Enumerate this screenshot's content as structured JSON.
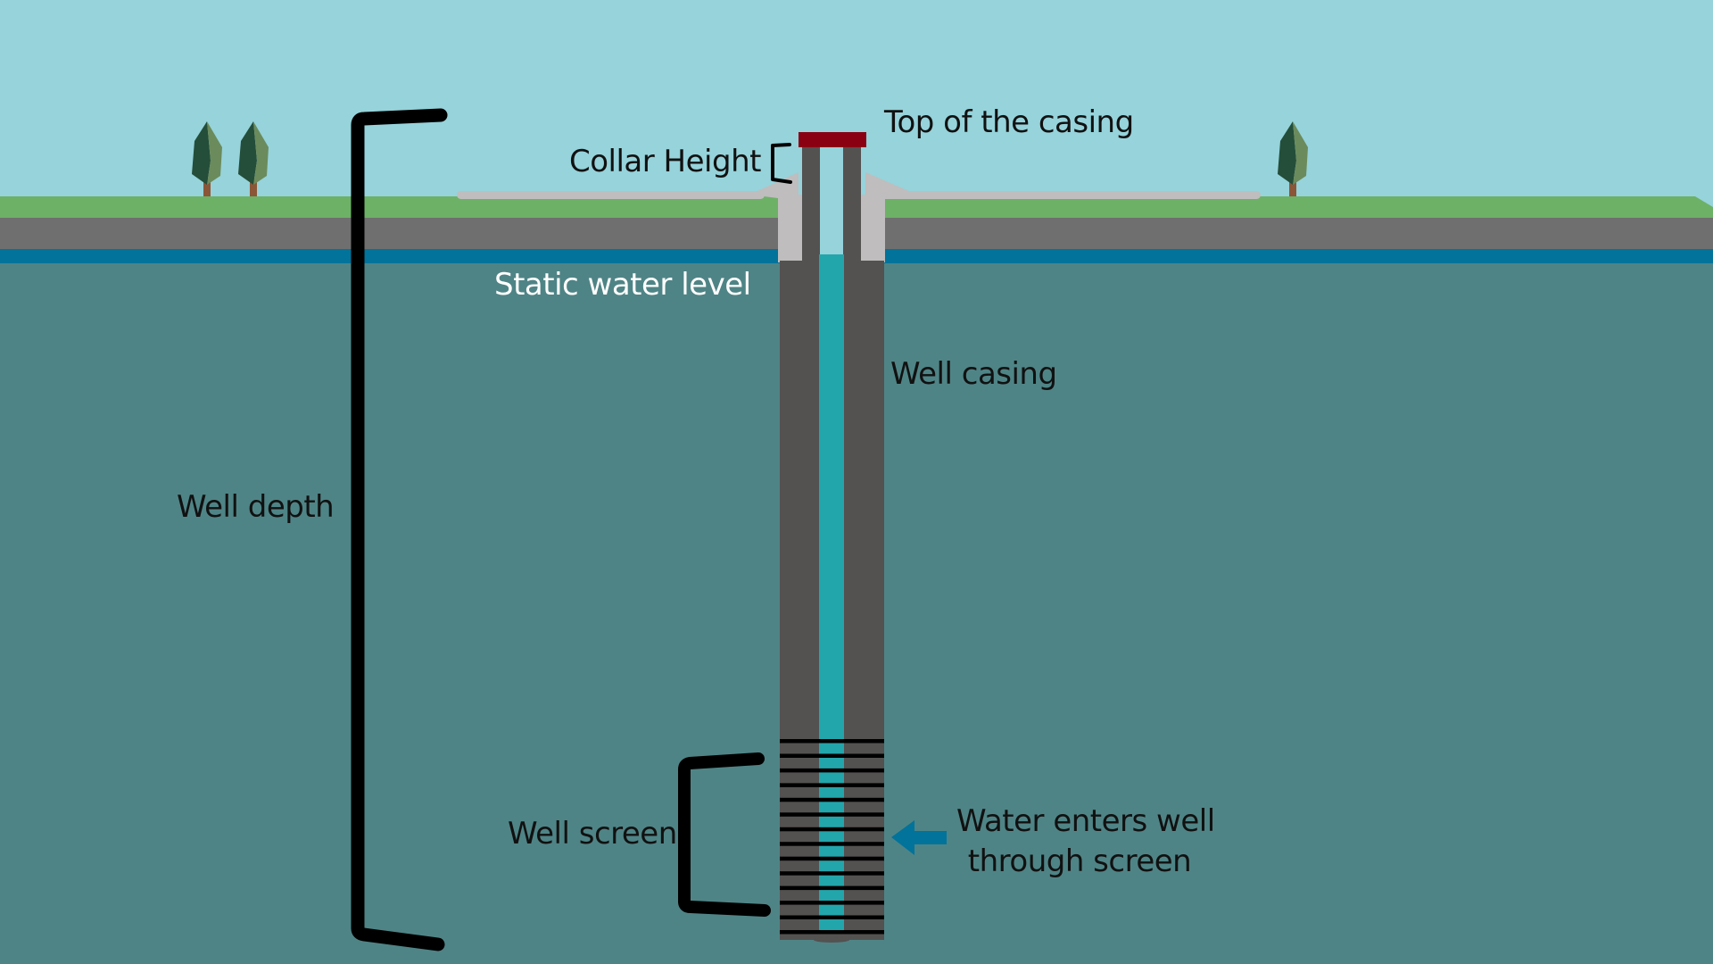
{
  "diagram": {
    "title": "Water well cross-section",
    "colors": {
      "sky": "#96d3db",
      "grass": "#6db166",
      "soil": "#6f6f6f",
      "water_table": "#02739a",
      "aquifer": "#4f8486",
      "casing": "#545151",
      "well_water": "#22a6ab",
      "concrete": "#bfbdbd",
      "cap": "#8a0012",
      "bracket": "#000000",
      "arrow": "#02739a",
      "tree_dark": "#244e3a",
      "tree_light": "#6b8b5c",
      "trunk": "#8b5637"
    },
    "labels": {
      "top_of_casing": "Top of the casing",
      "collar_height": "Collar Height",
      "static_water_level": "Static water level",
      "well_casing": "Well casing",
      "well_depth": "Well depth",
      "well_screen": "Well screen",
      "water_enters_line1": "Water enters well",
      "water_enters_line2": "through screen"
    },
    "icons": {
      "flow_arrow": "arrow-left-icon",
      "trees": [
        "tree-icon",
        "tree-icon",
        "tree-icon"
      ]
    },
    "screen_slot_count": 14
  }
}
